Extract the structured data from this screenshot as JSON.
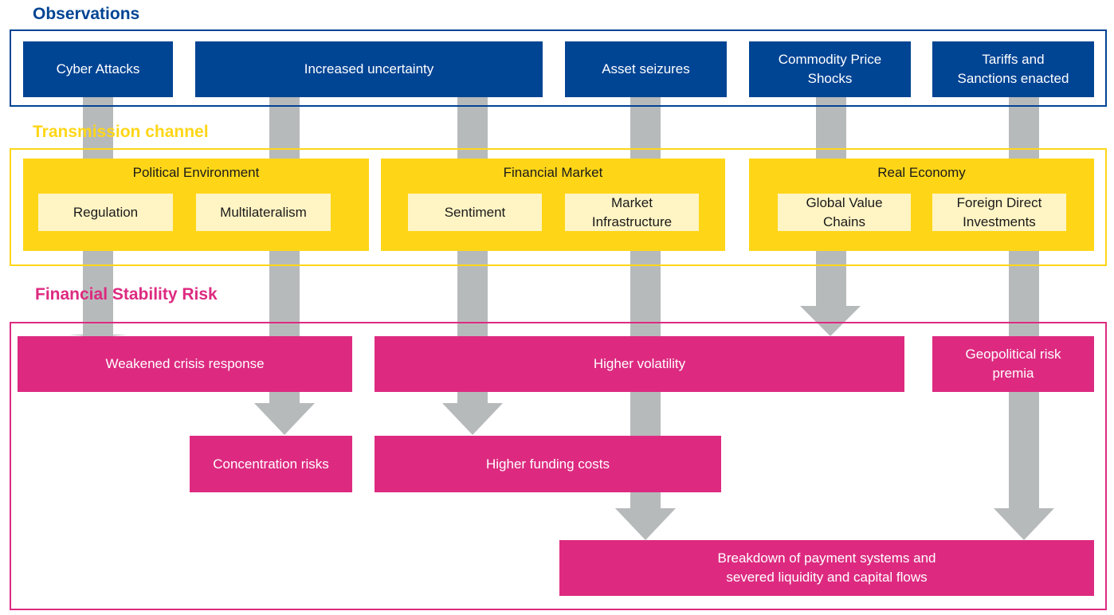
{
  "colors": {
    "observations": "#004494",
    "channel": "#ffd617",
    "channel_sub": "#fff4c4",
    "risk": "#dd2a80",
    "arrow": "#b7babb"
  },
  "headings": {
    "observations": "Observations",
    "transmission": "Transmission channel",
    "risk": "Financial Stability Risk"
  },
  "observations": {
    "cyber": "Cyber Attacks",
    "uncertainty": "Increased uncertainty",
    "seizures": "Asset seizures",
    "commodity": "Commodity Price\nShocks",
    "tariffs": "Tariffs and\nSanctions enacted"
  },
  "channels": {
    "political": {
      "title": "Political Environment",
      "regulation": "Regulation",
      "multilateralism": "Multilateralism"
    },
    "financial": {
      "title": "Financial Market",
      "sentiment": "Sentiment",
      "infrastructure": "Market\nInfrastructure"
    },
    "real": {
      "title": "Real Economy",
      "gvc": "Global Value\nChains",
      "fdi": "Foreign Direct\nInvestments"
    }
  },
  "risks": {
    "crisis": "Weakened crisis response",
    "volatility": "Higher volatility",
    "premia": "Geopolitical risk\npremia",
    "concentration": "Concentration risks",
    "funding": "Higher funding costs",
    "breakdown": "Breakdown of payment  systems and\nsevered liquidity and capital flows"
  }
}
